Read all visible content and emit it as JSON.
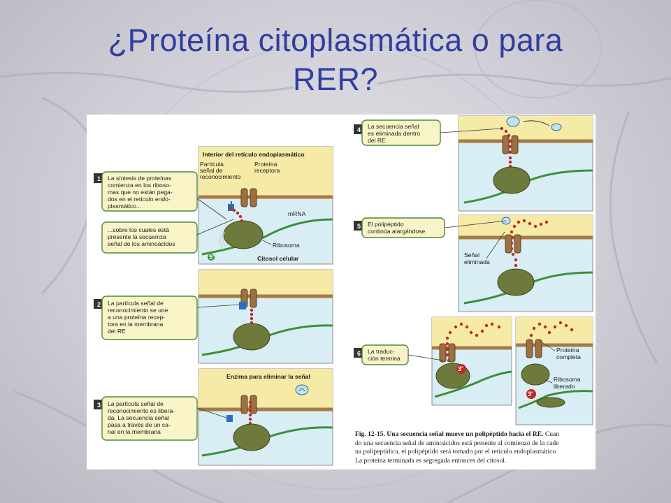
{
  "slide": {
    "title_line1": "¿Proteína citoplasmática o para",
    "title_line2": "RER?"
  },
  "colors": {
    "title": "#2f3ea0",
    "er_lumen": "#f5eaa6",
    "cytosol": "#d8eef4",
    "membrane": "#a67a45",
    "mrna": "#3d8f3a",
    "ribosome": "#6e7a3b",
    "polypeptide": "#c0282b",
    "callout_border": "#4c8a3c",
    "callout_fill": "#f9f4c8"
  },
  "panels": {
    "p1": {
      "header": "Interior del retículo endoplasmático",
      "srp_label": "Partícula\nseñal de\nreconocimiento",
      "receptor_label": "Proteína\nreceptora",
      "mrna_label": "mRNA",
      "ribosome_label": "Ribosoma",
      "cytosol_label": "Citosol celular",
      "five_prime": "5'"
    },
    "p3": {
      "enzyme_label": "Enzima para eliminar la señal"
    },
    "p5": {
      "signal_removed_label": "Señal\neliminada"
    },
    "p6b": {
      "complete_protein_label": "Proteína\ncompleta",
      "ribosome_released_label": "Ribosoma\nliberado",
      "three_prime": "3'"
    },
    "p6a": {
      "three_prime": "3'"
    }
  },
  "steps": [
    {
      "number": "1",
      "text": "La síntesis de proteínas\ncomienza en los riboso-\nmas que no están pega-\ndos en el retículo endo-\nplasmático..."
    },
    {
      "number": "",
      "text": "...sobre los cuales está\npresente la secuencia\nseñal de los aminoácidos"
    },
    {
      "number": "2",
      "text": "La partícula señal de\nreconocimiento se une\na una proteína recep-\ntora en la membrana\ndel RE"
    },
    {
      "number": "3",
      "text": "La partícula señal de\nreconocimiento es libera-\nda. La secuencia señal\npasa a través de un ca-\nnal en la membrana"
    },
    {
      "number": "4",
      "text": "La secuencia señal\nes eliminada dentro\ndel RE"
    },
    {
      "number": "5",
      "text": "El polipéptido\ncontinúa alargándose"
    },
    {
      "number": "6",
      "text": "La traduc-\nción termina"
    }
  ],
  "caption": {
    "bold": "Fig. 12-15. Una secuencia señal mueve un polipéptido hacia el RE.",
    "bold_tail": " Cuan",
    "line2": "do una secuencia señal de aminoácidos está presente al comienzo de la cade",
    "line3": "na polipeptídica, el polipéptido será tomado por el retículo endoplasmático",
    "line4": "La proteína terminada es segregada entonces del citosol."
  }
}
